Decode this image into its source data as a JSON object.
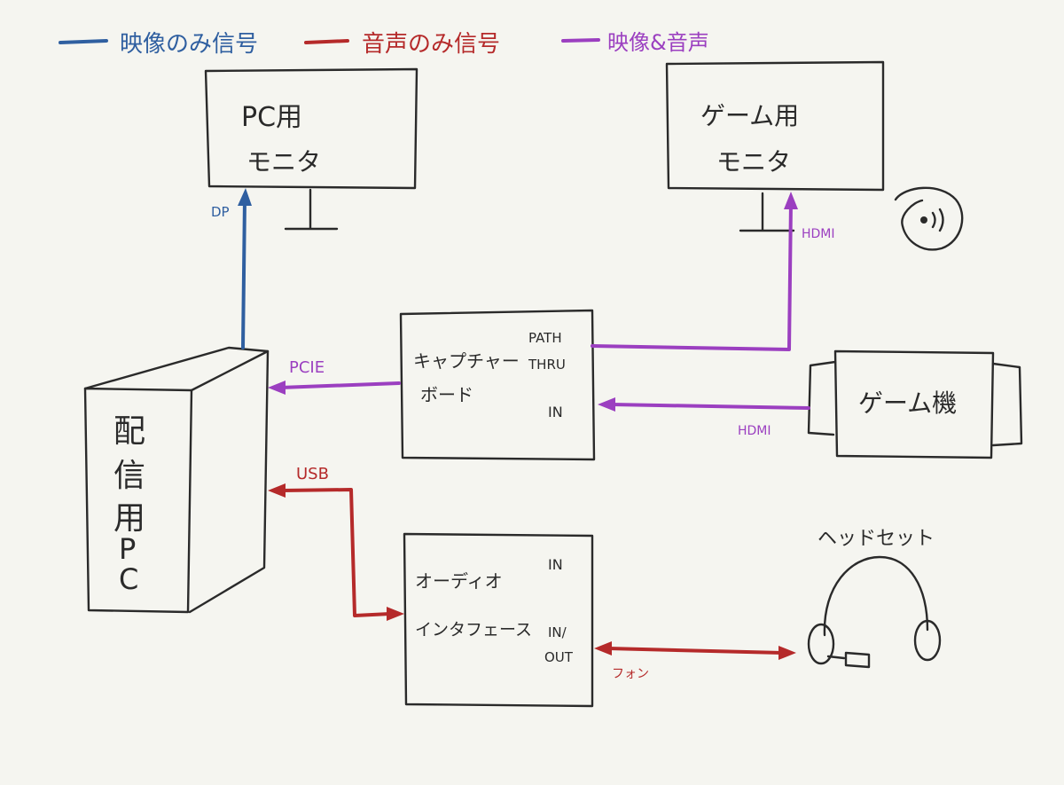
{
  "legend": {
    "video_only": "映像のみ信号",
    "audio_only": "音声のみ信号",
    "video_audio": "映像&音声"
  },
  "colors": {
    "video_only": "#2f5fa0",
    "audio_only": "#b52a2a",
    "video_audio": "#9b3fc0",
    "ink": "#2a2a2a"
  },
  "nodes": {
    "pc_monitor": {
      "line1": "PC用",
      "line2": "モニタ"
    },
    "game_monitor": {
      "line1": "ゲーム用",
      "line2": "モニタ"
    },
    "streaming_pc": {
      "chars": [
        "配",
        "信",
        "用",
        "P",
        "C"
      ]
    },
    "capture_board": {
      "line1": "キャプチャー",
      "line2": "ボード",
      "port_path": "PATH",
      "port_thru": "THRU",
      "port_in": "IN"
    },
    "game_console": {
      "label": "ゲーム機"
    },
    "audio_interface": {
      "line1": "オーディオ",
      "line2": "インタフェース",
      "port_in": "IN",
      "port_inout_1": "IN/",
      "port_inout_2": "OUT"
    },
    "headset": {
      "label": "ヘッドセット"
    }
  },
  "connections": {
    "dp": "DP",
    "hdmi_monitor": "HDMI",
    "pcie": "PCIE",
    "hdmi_console": "HDMI",
    "usb": "USB",
    "phone": "フォン"
  },
  "icons": [
    "speaker-icon",
    "headset-icon",
    "arrow-icon"
  ]
}
